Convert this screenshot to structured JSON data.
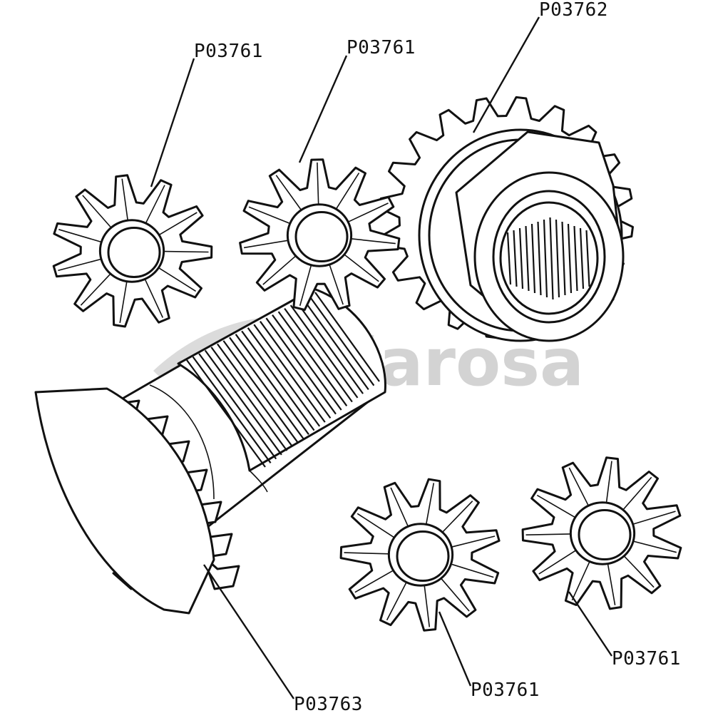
{
  "watermark": {
    "text": "larosa"
  },
  "labels": {
    "gear_top_left": "P03761",
    "gear_top_middle": "P03761",
    "crown_gear": "P03762",
    "shaft_gear": "P03763",
    "gear_bottom_middle": "P03761",
    "gear_bottom_right": "P03761"
  },
  "colors": {
    "line": "#111111",
    "watermark": "#cfcfcf",
    "background": "#ffffff"
  }
}
